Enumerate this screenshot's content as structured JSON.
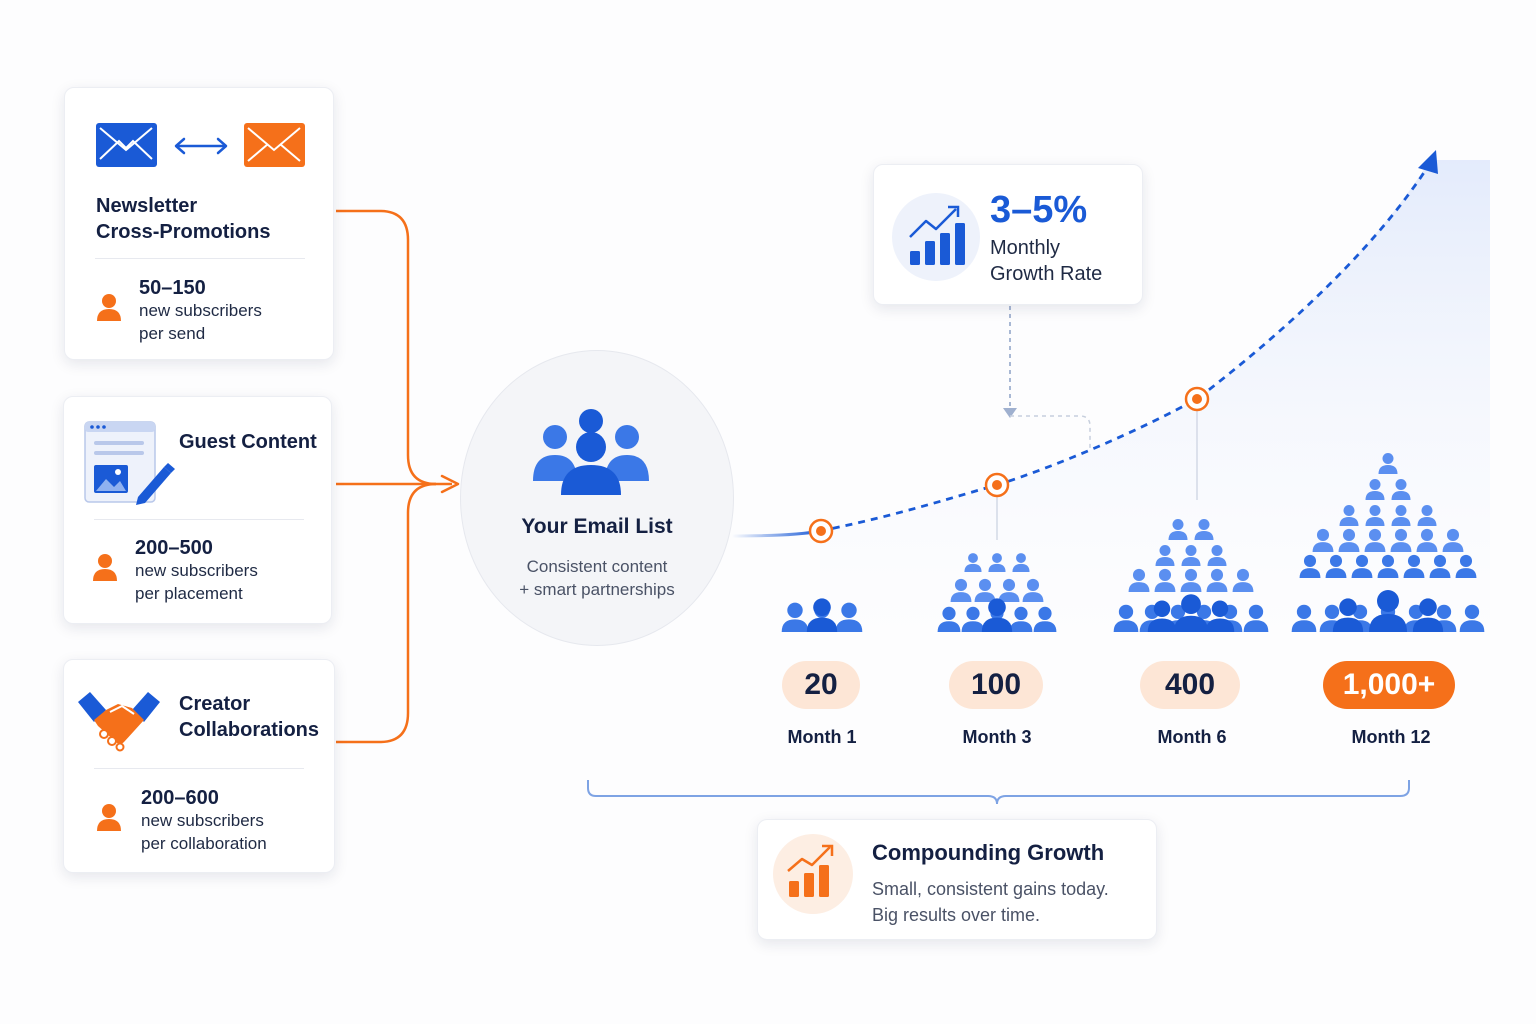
{
  "sources": [
    {
      "title": "Newsletter\nCross-Promotions",
      "range": "50–150",
      "desc": "new subscribers\nper send",
      "icon": "envelope-swap-icon"
    },
    {
      "title": "Guest Content",
      "range": "200–500",
      "desc": "new subscribers\nper placement",
      "icon": "article-edit-icon"
    },
    {
      "title": "Creator\nCollaborations",
      "range": "200–600",
      "desc": "new subscribers\nper collaboration",
      "icon": "handshake-icon"
    }
  ],
  "hub": {
    "title": "Your Email List",
    "subtitle": "Consistent content\n+ smart partnerships"
  },
  "growth_rate": {
    "value": "3–5%",
    "label": "Monthly\nGrowth Rate"
  },
  "milestones": [
    {
      "value": "20",
      "label": "Month 1"
    },
    {
      "value": "100",
      "label": "Month 3"
    },
    {
      "value": "400",
      "label": "Month 6"
    },
    {
      "value": "1,000+",
      "label": "Month 12"
    }
  ],
  "compounding": {
    "title": "Compounding Growth",
    "subtitle": "Small, consistent gains today.\nBig results over time."
  },
  "colors": {
    "blue": "#1a5ad6",
    "orange": "#f5701a",
    "navy": "#142042"
  }
}
